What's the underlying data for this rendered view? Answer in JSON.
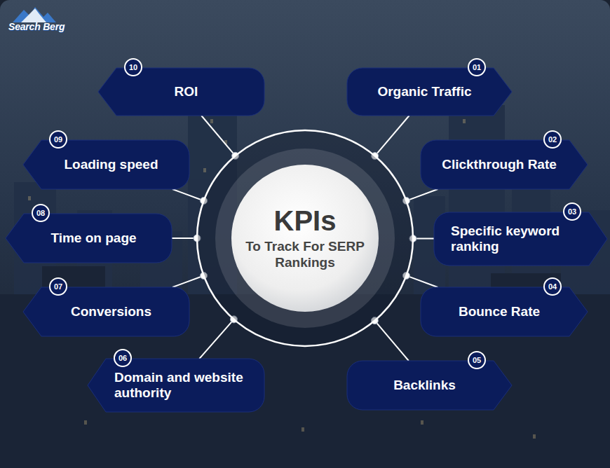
{
  "diagram": {
    "nodes": [
      {
        "text": [
          "KPIs",
          "To Track For SERP Rankings"
        ]
      },
      {
        "text": [
          "Organic Traffic"
        ]
      },
      {
        "text": [
          "01"
        ],
        "in": 1
      },
      {
        "text": [
          "Clickthrough Rate"
        ]
      },
      {
        "text": [
          "02"
        ],
        "in": 3
      },
      {
        "text": [
          "Specific keyword ranking"
        ]
      },
      {
        "text": [
          "03"
        ],
        "in": 5
      },
      {
        "text": [
          "Bounce Rate"
        ]
      },
      {
        "text": [
          "04"
        ],
        "in": 7
      },
      {
        "text": [
          "Backlinks"
        ]
      },
      {
        "text": [
          "05"
        ],
        "in": 9
      },
      {
        "text": [
          "Domain and website authority"
        ]
      },
      {
        "text": [
          "06"
        ],
        "in": 11
      },
      {
        "text": [
          "Conversions"
        ]
      },
      {
        "text": [
          "07"
        ],
        "in": 13
      },
      {
        "text": [
          "Time on page"
        ]
      },
      {
        "text": [
          "08"
        ],
        "in": 15
      },
      {
        "text": [
          "Loading speed"
        ]
      },
      {
        "text": [
          "09"
        ],
        "in": 17
      },
      {
        "text": [
          "ROI"
        ]
      },
      {
        "text": [
          "10"
        ],
        "in": 19
      }
    ],
    "edges": [
      {
        "from": 0,
        "to": 1,
        "arrow": "none"
      },
      {
        "from": 0,
        "to": 3,
        "arrow": "none"
      },
      {
        "from": 0,
        "to": 5,
        "arrow": "none"
      },
      {
        "from": 0,
        "to": 7,
        "arrow": "none"
      },
      {
        "from": 0,
        "to": 9,
        "arrow": "none"
      },
      {
        "from": 0,
        "to": 11,
        "arrow": "none"
      },
      {
        "from": 0,
        "to": 13,
        "arrow": "none"
      },
      {
        "from": 0,
        "to": 15,
        "arrow": "none"
      },
      {
        "from": 0,
        "to": 17,
        "arrow": "none"
      },
      {
        "from": 0,
        "to": 19,
        "arrow": "none"
      }
    ],
    "labels": [
      "Search Berg"
    ]
  }
}
